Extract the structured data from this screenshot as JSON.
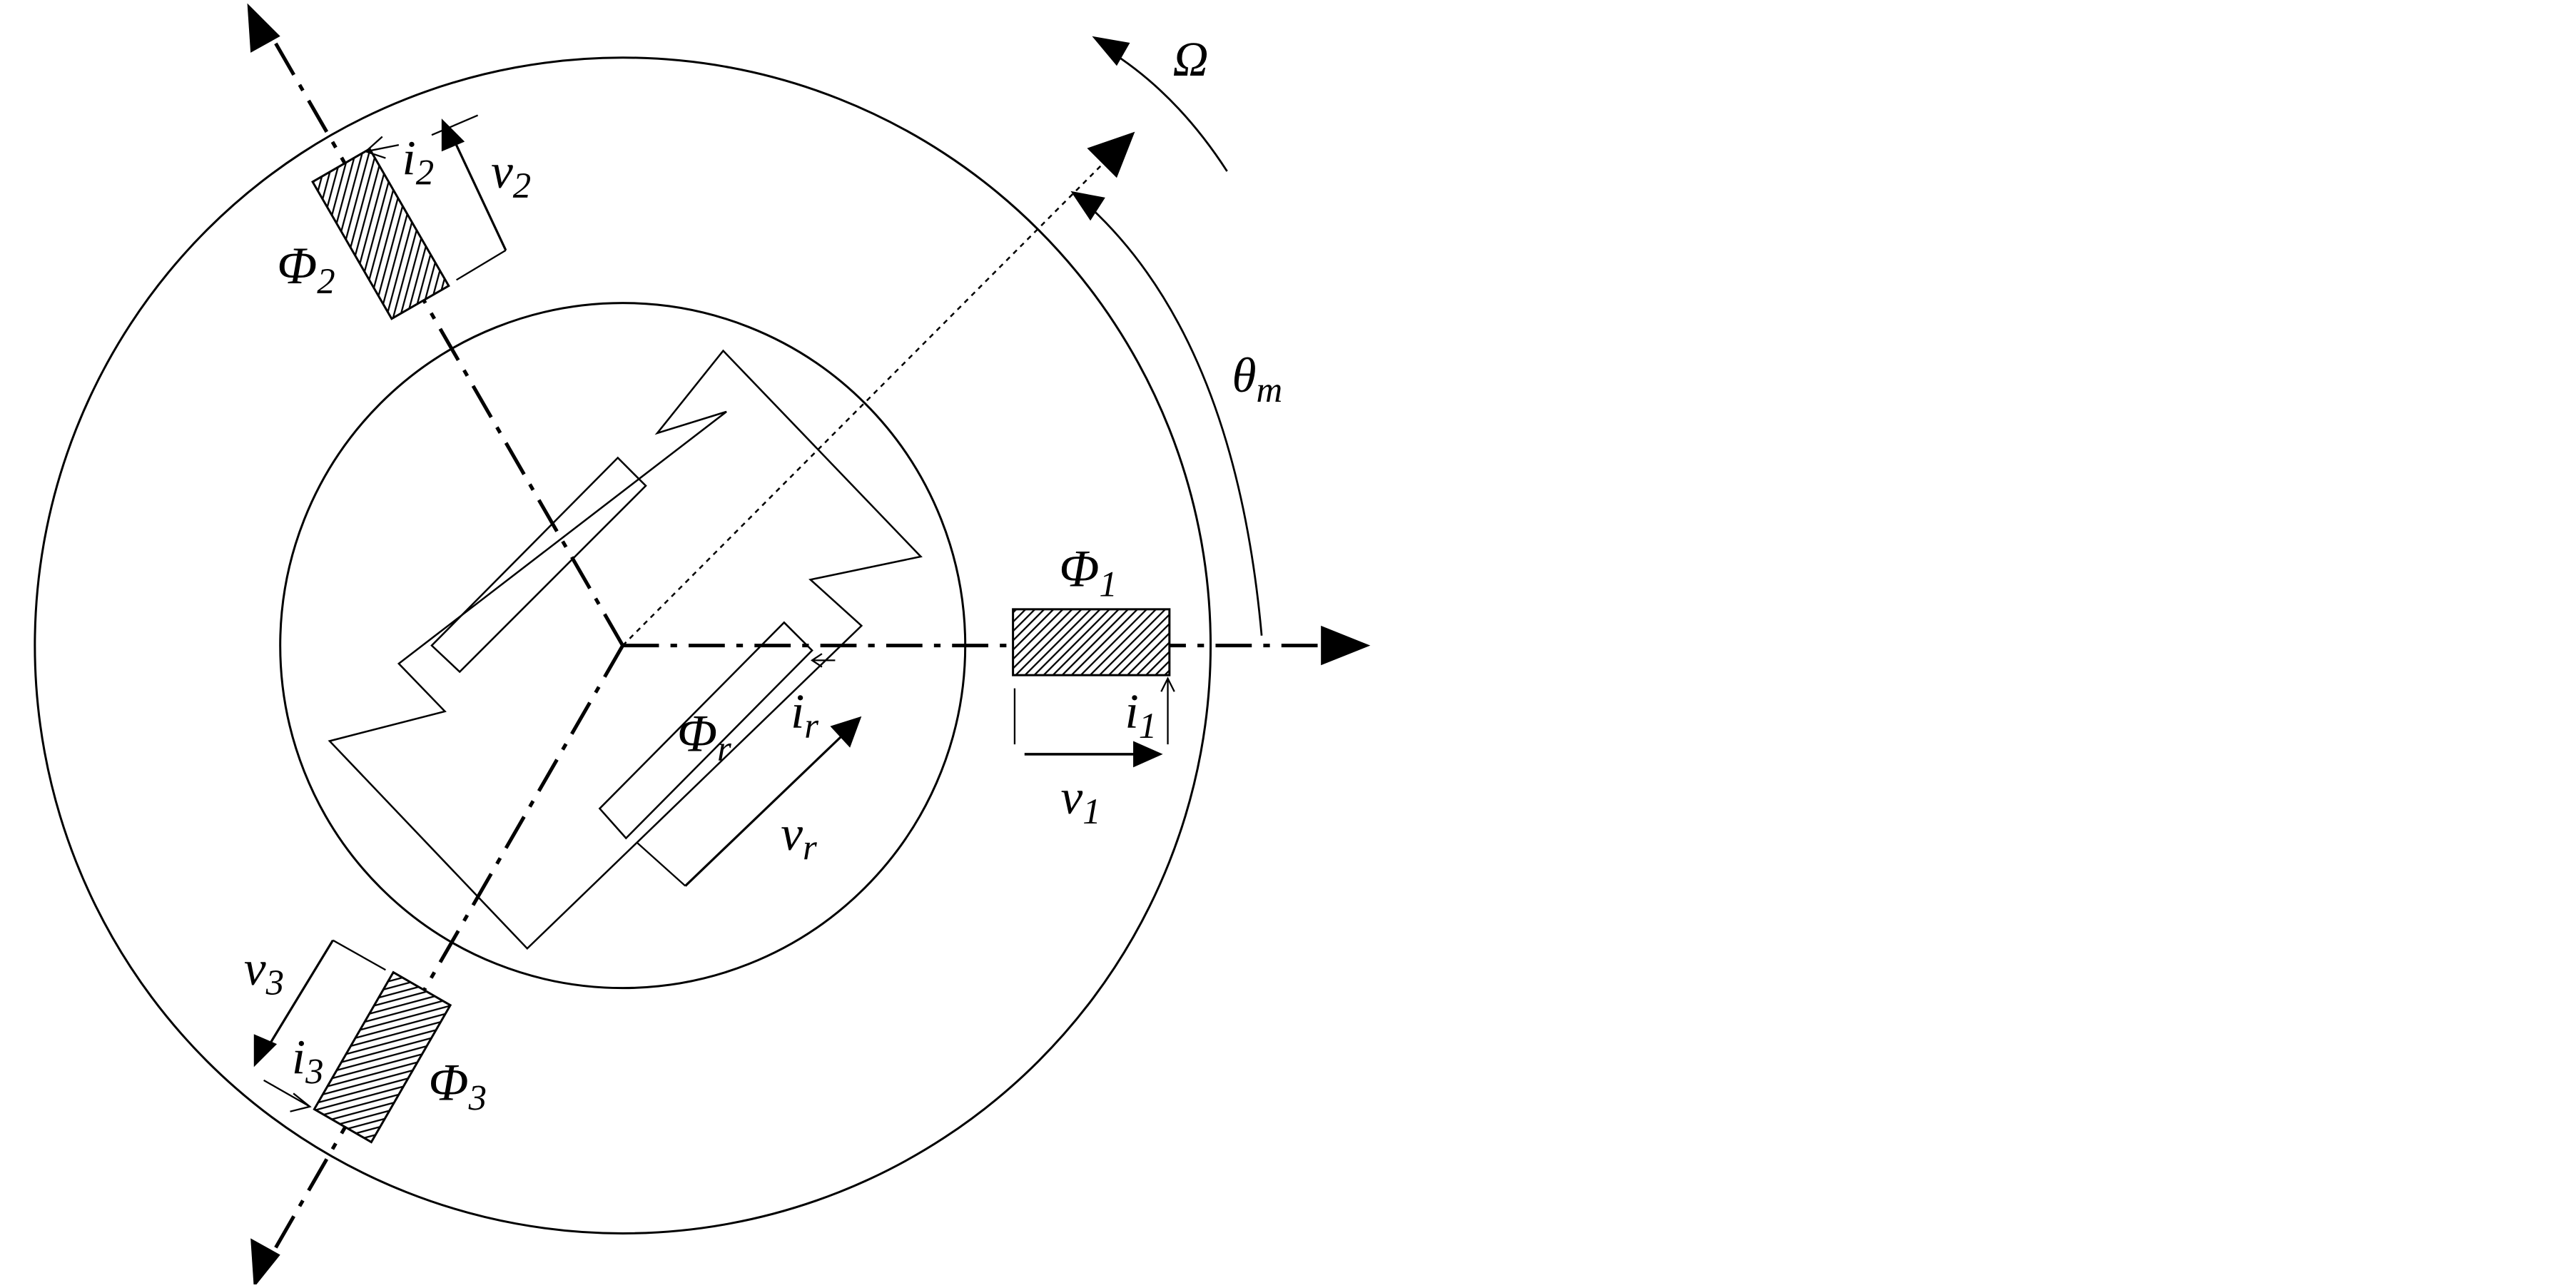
{
  "labels": {
    "omega": "Ω",
    "theta": "θ",
    "theta_sub": "m",
    "phi": "Φ",
    "phi1_sub": "1",
    "phi2_sub": "2",
    "phi3_sub": "3",
    "phir_sub": "r",
    "i": "i",
    "v": "v",
    "sub1": "1",
    "sub2": "2",
    "sub3": "3",
    "subr": "r"
  },
  "colors": {
    "stroke": "#000000",
    "background": "#ffffff"
  }
}
